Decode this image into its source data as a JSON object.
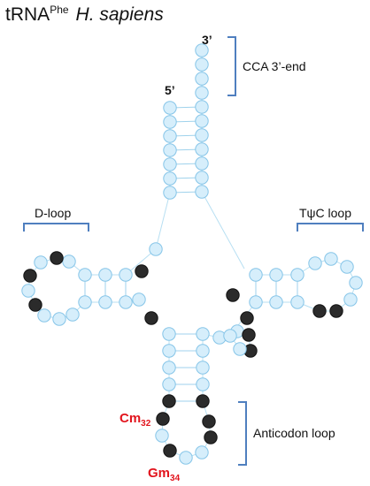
{
  "title": {
    "main": "tRNA",
    "sup": "Phe",
    "species": "H. sapiens"
  },
  "ends": {
    "three_prime": "3’",
    "five_prime": "5’"
  },
  "labels": {
    "cca": "CCA 3’-end",
    "d_loop": "D-loop",
    "tpsic_loop": "TψC loop",
    "anticodon_loop": "Anticodon loop"
  },
  "modifications": [
    {
      "base": "Cm",
      "position": "32"
    },
    {
      "base": "Gm",
      "position": "34"
    }
  ],
  "colors": {
    "nucleotide_fill": "#d6eefb",
    "nucleotide_stroke": "#86c5e8",
    "modified_fill": "#2b2b2b",
    "bracket": "#4f7fbf",
    "modification_text": "#e2141d"
  }
}
